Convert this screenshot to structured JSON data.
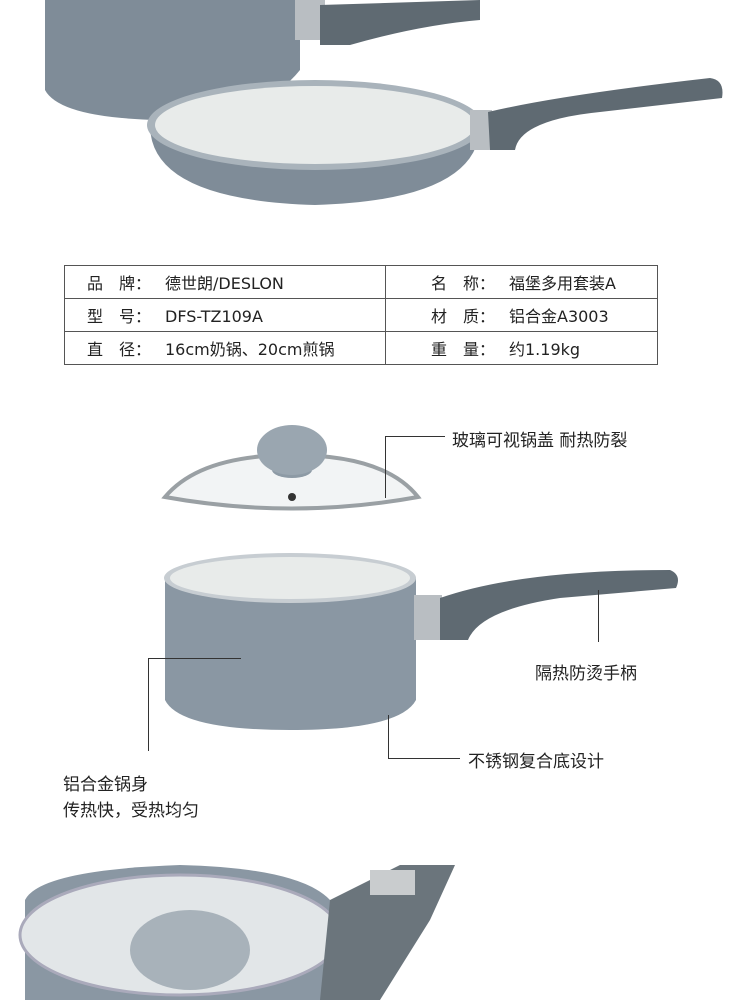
{
  "specs": [
    {
      "left_label": "品　牌：",
      "left_value": "德世朗/DESLON",
      "right_label": "名　称：",
      "right_value": "福堡多用套装A"
    },
    {
      "left_label": "型　号：",
      "left_value": "DFS-TZ109A",
      "right_label": "材　质：",
      "right_value": "铝合金A3003"
    },
    {
      "left_label": "直　径：",
      "left_value": "16cm奶锅、20cm煎锅",
      "right_label": "重　量：",
      "right_value": "约1.19kg"
    }
  ],
  "callouts": {
    "lid": "玻璃可视锅盖 耐热防裂",
    "handle": "隔热防烫手柄",
    "base": "不锈钢复合底设计",
    "body_line1": "铝合金锅身",
    "body_line2": "传热快，受热均匀"
  },
  "colors": {
    "pan": "#7f8c98",
    "interior": "#e8ebea",
    "handle": "#5f6a72"
  }
}
